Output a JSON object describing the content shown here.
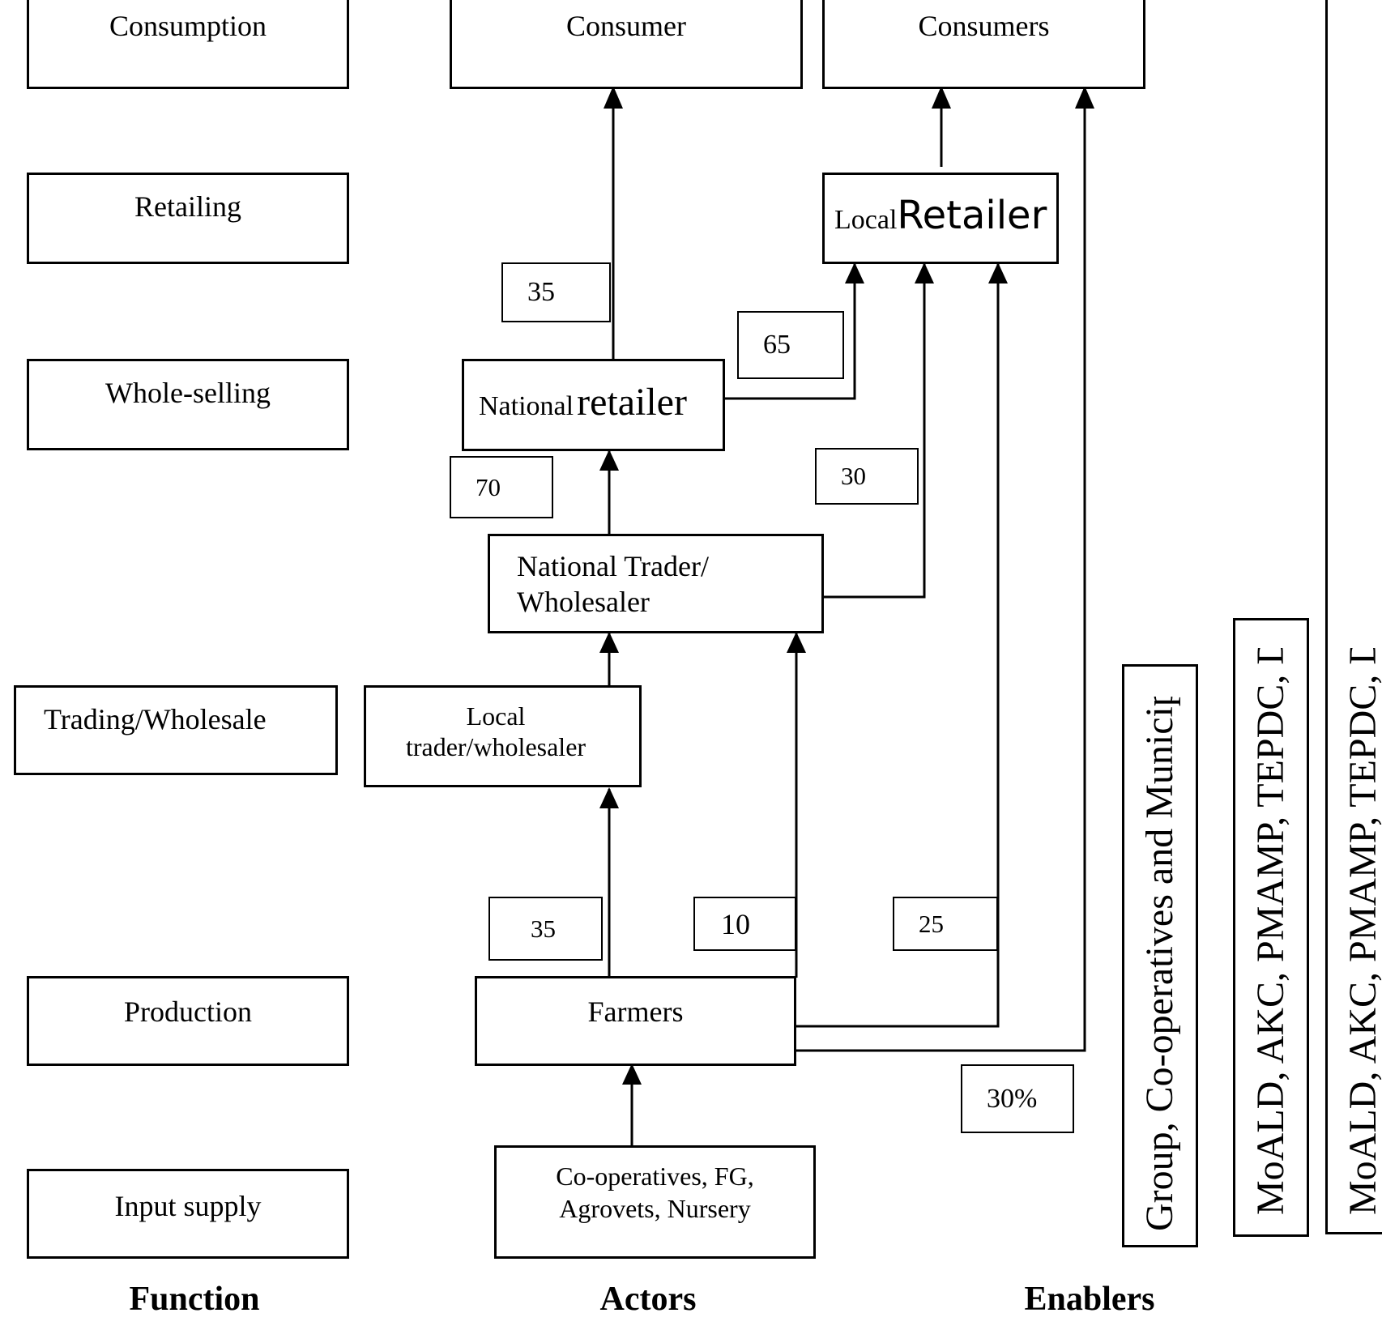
{
  "functions": {
    "consumption": "Consumption",
    "retailing": "Retailing",
    "whole_selling": "Whole-selling",
    "trading": "Trading/Wholesale",
    "production": "Production",
    "input_supply": "Input supply"
  },
  "actors": {
    "consumer": "Consumer",
    "consumers": "Consumers",
    "local_retailer_prefix": "Local",
    "local_retailer_main": "Retailer",
    "national_retailer_prefix": "National",
    "national_retailer_main": "retailer",
    "national_trader_line1": "National Trader/",
    "national_trader_line2": "Wholesaler",
    "local_trader_line1": "Local",
    "local_trader_line2": "trader/wholesaler",
    "farmers": "Farmers",
    "input_line1": "Co-operatives, FG,",
    "input_line2": "Agrovets,  Nursery"
  },
  "flows": {
    "natret_to_consumer": "35",
    "natret_to_localret": "65",
    "trader_to_natret": "70",
    "trader_to_localret": "30",
    "farmers_to_localtrader": "35",
    "farmers_to_nattrader": "10",
    "farmers_to_localret": "25",
    "farmers_to_consumers": "30%"
  },
  "enablers": {
    "group": "Group, Co-operatives and Municipality",
    "mid": "MoALD, AKC, PMAMP, TEPDC, DCC",
    "right": "MoALD, AKC, PMAMP, TEPDC, DCC"
  },
  "footer": {
    "function": "Function",
    "actors": "Actors",
    "enablers": "Enablers"
  }
}
